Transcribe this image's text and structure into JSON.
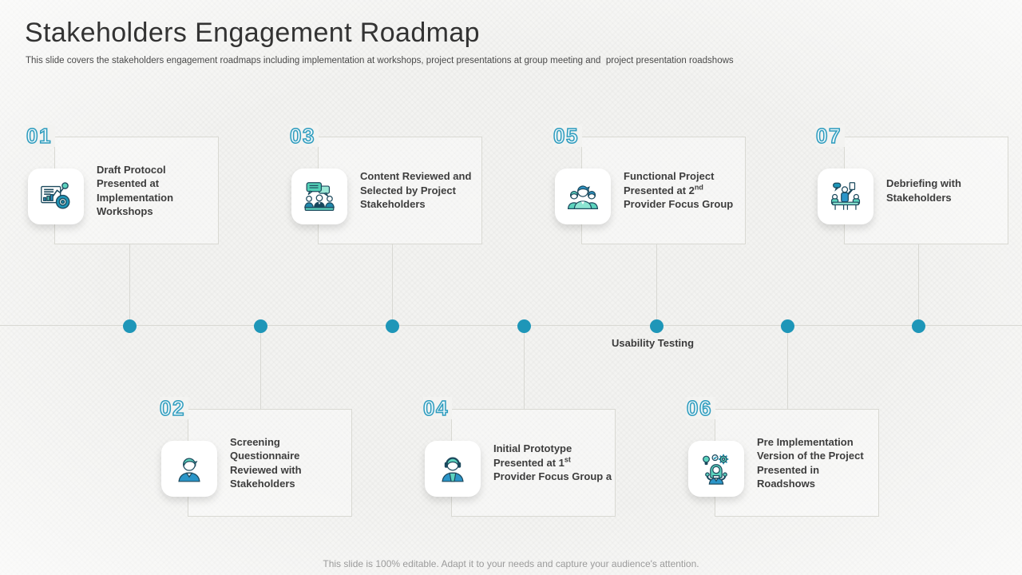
{
  "slide": {
    "title": "Stakeholders Engagement Roadmap",
    "subtitle": "This slide covers the stakeholders engagement roadmaps including implementation at workshops, project presentations at group meeting and  project presentation roadshows",
    "footer": "This slide is 100% editable. Adapt it to your needs and capture your audience's attention."
  },
  "timeline": {
    "label": "Usability Testing",
    "dot_count": 7,
    "dot_color": "#1e96b8",
    "line_color": "#d8d8d3"
  },
  "colors": {
    "accent_teal": "#2e9cbe",
    "icon_navy": "#1d4a5e",
    "icon_teal": "#5cd3bd",
    "icon_blue": "#2b95c8",
    "text_dark": "#3d3d3d"
  },
  "milestones": [
    {
      "number": "01",
      "icon": "analytics-presentation-icon",
      "title_pre": "Draft Protocol Presented at Implementation Workshops",
      "title_sup": "",
      "title_post": ""
    },
    {
      "number": "02",
      "icon": "male-user-icon",
      "title_pre": "Screening Questionnaire Reviewed with Stakeholders",
      "title_sup": "",
      "title_post": ""
    },
    {
      "number": "03",
      "icon": "group-discussion-chat-icon",
      "title_pre": "Content Reviewed and Selected by Project Stakeholders",
      "title_sup": "",
      "title_post": ""
    },
    {
      "number": "04",
      "icon": "male-user-headset-icon",
      "title_pre": "Initial Prototype Presented at 1",
      "title_sup": "st",
      "title_post": " Provider Focus Group a"
    },
    {
      "number": "05",
      "icon": "team-group-icon",
      "title_pre": "Functional Project Presented at 2",
      "title_sup": "nd",
      "title_post": " Provider Focus Group"
    },
    {
      "number": "06",
      "icon": "creative-person-ideas-icon",
      "title_pre": "Pre Implementation Version of the Project Presented in Roadshows",
      "title_sup": "",
      "title_post": ""
    },
    {
      "number": "07",
      "icon": "debriefing-meeting-icon",
      "title_pre": "Debriefing with Stakeholders",
      "title_sup": "",
      "title_post": ""
    }
  ]
}
